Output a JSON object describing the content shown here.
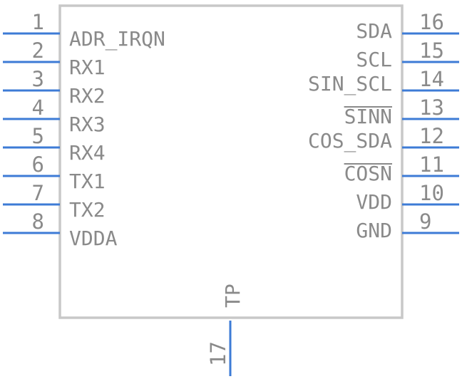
{
  "left_pins": [
    {
      "number": "1",
      "name": "ADR_IRQN"
    },
    {
      "number": "2",
      "name": "RX1"
    },
    {
      "number": "3",
      "name": "RX2"
    },
    {
      "number": "4",
      "name": "RX3"
    },
    {
      "number": "5",
      "name": "RX4"
    },
    {
      "number": "6",
      "name": "TX1"
    },
    {
      "number": "7",
      "name": "TX2"
    },
    {
      "number": "8",
      "name": "VDDA"
    }
  ],
  "right_pins": [
    {
      "number": "16",
      "name": "SDA",
      "overbar": false
    },
    {
      "number": "15",
      "name": "SCL",
      "overbar": false
    },
    {
      "number": "14",
      "name": "SIN_SCL",
      "overbar": false
    },
    {
      "number": "13",
      "name": "SINN",
      "overbar": true
    },
    {
      "number": "12",
      "name": "COS_SDA",
      "overbar": false
    },
    {
      "number": "11",
      "name": "COSN",
      "overbar": true
    },
    {
      "number": "10",
      "name": "VDD",
      "overbar": false
    },
    {
      "number": "9",
      "name": "GND",
      "overbar": false
    }
  ],
  "bottom_pin": {
    "number": "17",
    "name": "TP"
  },
  "colors": {
    "pin": "#3d7bd6",
    "body": "#c8c8c8",
    "text": "#8a8a8a"
  }
}
